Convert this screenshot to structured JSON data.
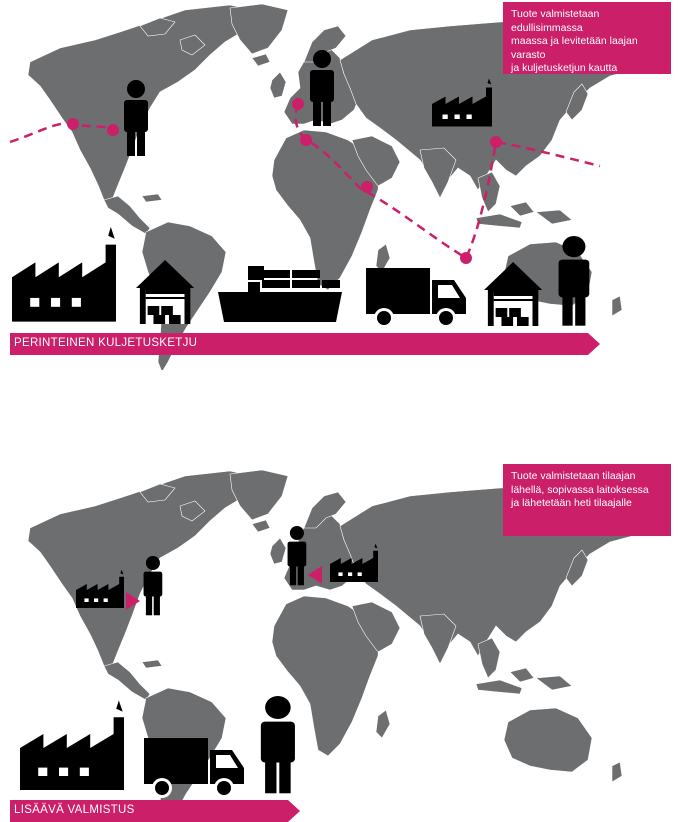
{
  "colors": {
    "accent": "#cc1f6a",
    "map_land": "#6d6e70",
    "icon_fill": "#000000",
    "background": "#ffffff"
  },
  "traditional": {
    "callout": "Tuote valmistetaan edullisimmassa\nmaassa ja levitetään laajan varasto\nja kuljetusketjun kautta",
    "banner": "PERINTEINEN KULJETUSKETJU",
    "chain_icons": [
      "factory-icon",
      "warehouse-icon",
      "cargo-ship-icon",
      "truck-icon",
      "warehouse-icon",
      "person-icon"
    ],
    "map_icons": [
      "person-icon",
      "person-icon",
      "factory-icon"
    ]
  },
  "additive": {
    "callout": "Tuote valmistetaan tilaajan\nlähellä, sopivassa laitoksessa\nja lähetetään heti tilaajalle",
    "banner": "LISÄÄVÄ VALMISTUS",
    "chain_icons": [
      "factory-icon",
      "truck-icon",
      "person-icon"
    ],
    "map_icons": [
      "factory-icon",
      "arrow-right-icon",
      "person-icon",
      "person-icon",
      "arrow-left-icon",
      "factory-icon"
    ]
  }
}
